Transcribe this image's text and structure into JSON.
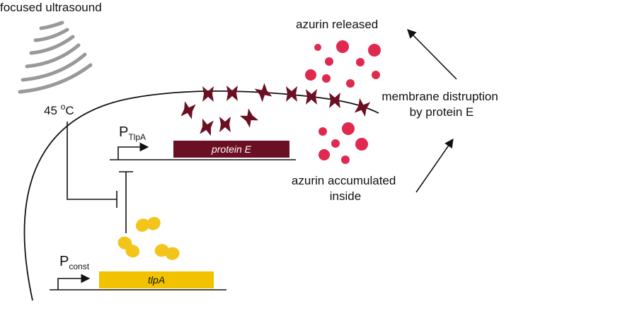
{
  "labels": {
    "focused_ultrasound": "focused ultrasound",
    "temperature_value": "45 ",
    "temperature_unit_sup": "o",
    "temperature_unit": "C",
    "p_tlpa_main": "P",
    "p_tlpa_sub": "TlpA",
    "p_const_main": "P",
    "p_const_sub": "const",
    "azurin_released": "azurin released",
    "membrane_line1": "membrane distruption",
    "membrane_line2": "by protein E",
    "azurin_accum_line1": "azurin accumulated",
    "azurin_accum_line2": "inside"
  },
  "genes": {
    "protein_e": "protein E",
    "tlpa": "tlpA"
  },
  "colors": {
    "protein_e": "#6b0f24",
    "tlpa": "#f2c200",
    "tlpa_protein": "#f3c51a",
    "azurin": "#e0294f",
    "ultrasound": "#999999",
    "line": "#111111"
  }
}
